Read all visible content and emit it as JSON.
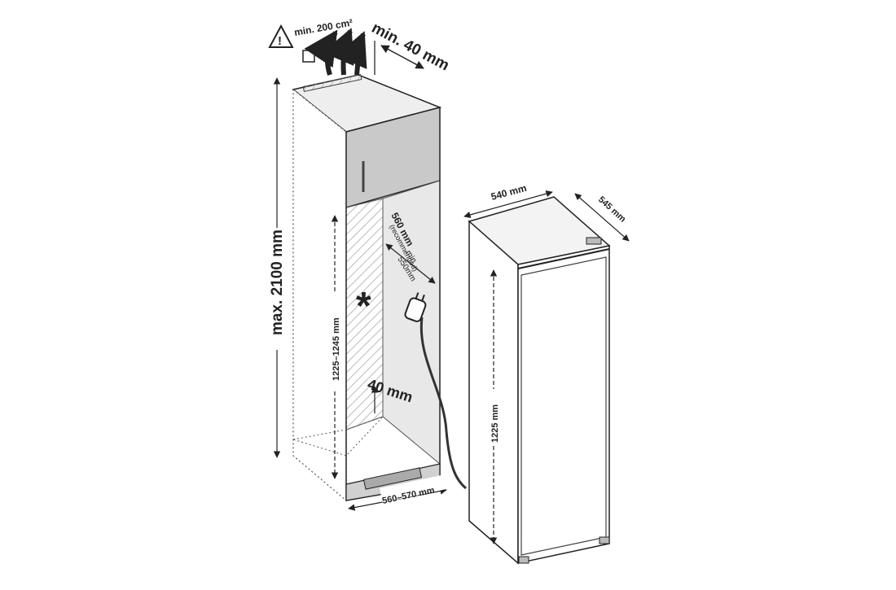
{
  "ventilation": {
    "area_label": "min. 200 cm²",
    "gap_label": "min. 40 mm",
    "warning_symbol": "!"
  },
  "cabinet": {
    "max_height_label": "max. 2100 mm",
    "niche_height_label": "1225–1245 mm",
    "niche_depth_label": "560 mm",
    "niche_depth_note": "(recommended)",
    "min_depth_label": "min",
    "min_depth_value": "550mm",
    "side_gap_label": "40 mm",
    "niche_width_label": "560–570 mm",
    "asterisk": "*"
  },
  "appliance": {
    "width_label": "540 mm",
    "depth_label": "545 mm",
    "height_label": "1225 mm"
  },
  "colors": {
    "line": "#222222",
    "cabinet_fill": "#d4d4d4",
    "niche_fill": "#e6e6e6",
    "door_fill": "#c9c9c9"
  }
}
